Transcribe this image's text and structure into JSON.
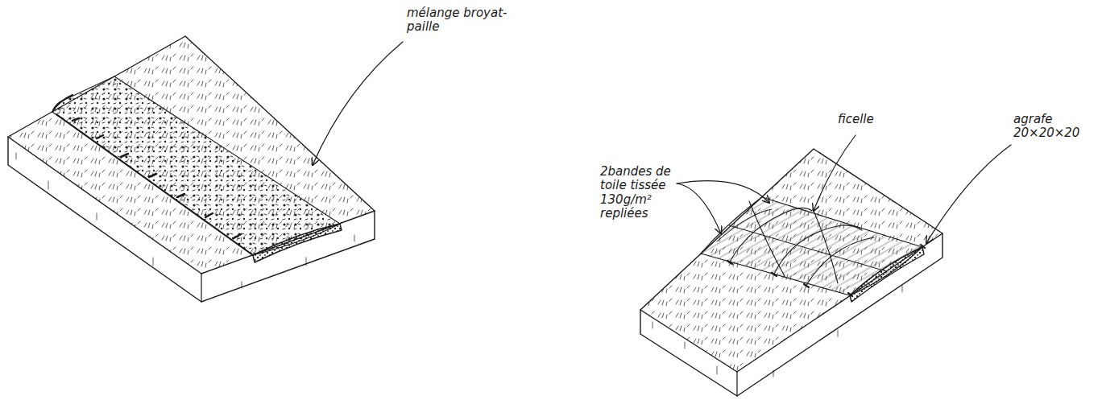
{
  "diagram": {
    "labels": [
      "mélange broyat- paille",
      "2bandes de toile tissée 130g/m² repliées",
      "ficelle",
      "agrafe 20×20×20"
    ]
  }
}
